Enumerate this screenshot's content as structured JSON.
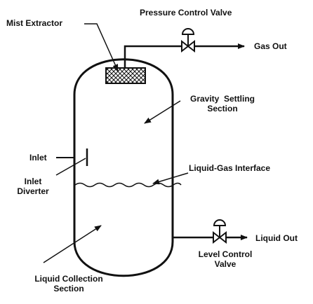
{
  "labels": {
    "mist_extractor": "Mist Extractor",
    "pressure_control_valve": "Pressure Control Valve",
    "gas_out": "Gas Out",
    "gravity_settling_line1": "Gravity  Settling",
    "gravity_settling_line2": "Section",
    "inlet": "Inlet",
    "inlet_diverter_line1": "Inlet",
    "inlet_diverter_line2": "Diverter",
    "liquid_gas_interface": "Liquid-Gas Interface",
    "liquid_out": "Liquid Out",
    "level_control_valve_line1": "Level Control",
    "level_control_valve_line2": "Valve",
    "liquid_collection_line1": "Liquid Collection",
    "liquid_collection_line2": "Section"
  },
  "colors": {
    "ink": "#111111",
    "background": "#ffffff"
  },
  "icons": {
    "pressure_valve": "control-valve-icon",
    "level_valve": "control-valve-icon",
    "mist_pad": "mesh-pad-icon"
  }
}
